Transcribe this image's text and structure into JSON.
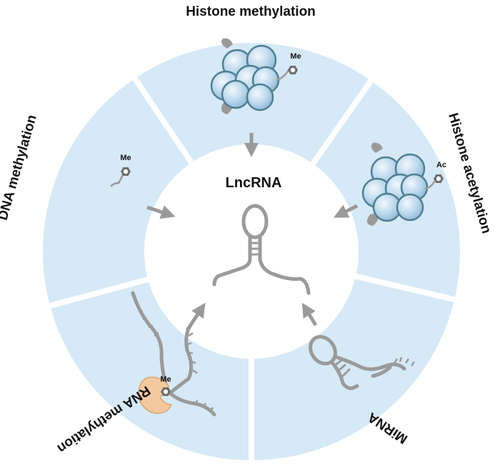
{
  "center": {
    "label": "LncRNA"
  },
  "segments": {
    "histone_methylation": {
      "label": "Histone methylation",
      "mark": "Me"
    },
    "histone_acetylation": {
      "label": "Histone acetylation",
      "mark": "Ac"
    },
    "mirna": {
      "label": "MiRNA"
    },
    "rna_methylation": {
      "label": "RNA methylation",
      "mark": "Me"
    },
    "dna_methylation": {
      "label": "DNA methylation",
      "mark": "Me"
    }
  },
  "colors": {
    "ring": "#d6e9f7",
    "separator": "#ffffff",
    "center_fill": "#ffffff",
    "rna_gray": "#9a9a9a",
    "histone_sphere": "#b8d6ec",
    "histone_outline": "#4f7f93",
    "protein": "#f4c9a0"
  }
}
